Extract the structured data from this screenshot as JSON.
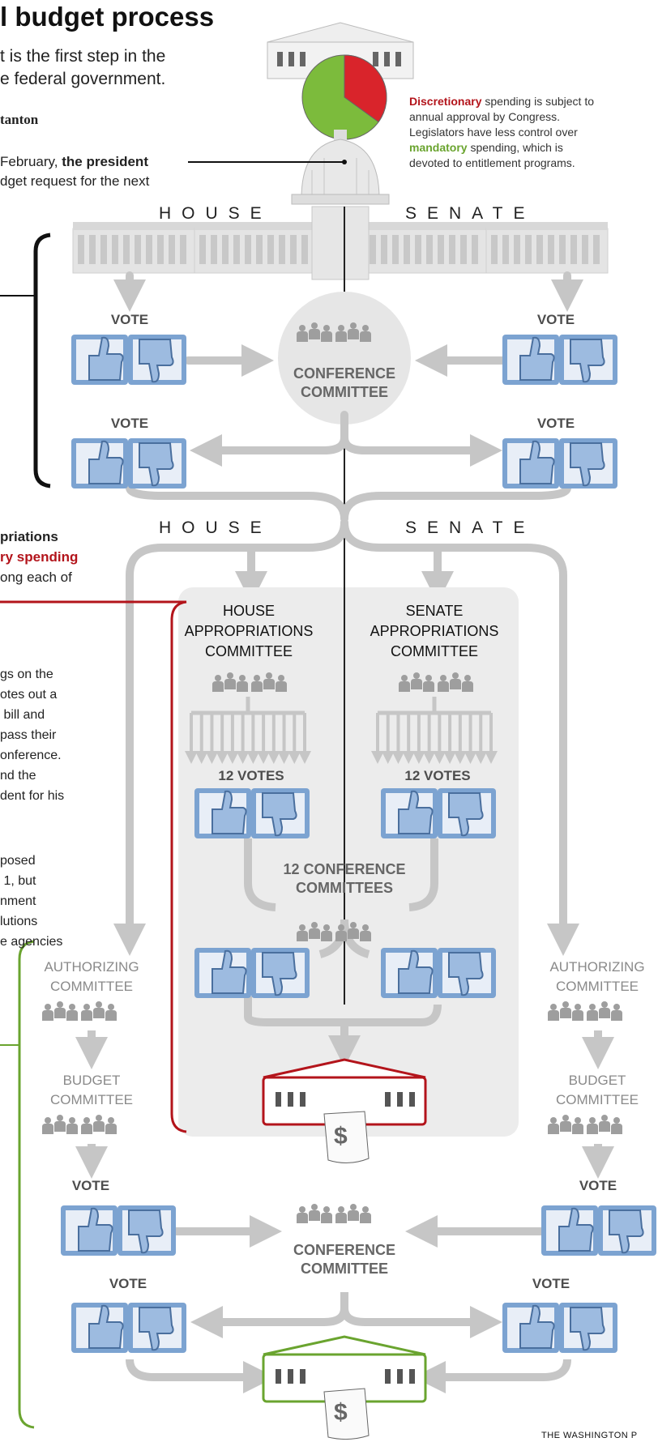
{
  "header": {
    "title": "l budget process",
    "intro_line1": "t is the first step in the",
    "intro_line2": "e federal government.",
    "byline": "tanton"
  },
  "president_text": {
    "line1_prefix": "February,",
    "line1_bold": "the president",
    "line2": "dget request for the next"
  },
  "discretionary_note": {
    "w1": "Discretionary",
    "t1": "spending is subject to",
    "t2": "annual approval by Congress.",
    "t3": "Legislators have less control over",
    "w2": "mandatory",
    "t4": "spending, which is",
    "t5": "devoted to entitlement programs."
  },
  "pie": {
    "discretionary_share": 0.35,
    "discretionary_color": "#d9242b",
    "mandatory_color": "#7cbb3c"
  },
  "chambers": {
    "house": "HOUSE",
    "senate": "SENATE"
  },
  "labels": {
    "vote": "VOTE",
    "twelve_votes": "12 VOTES",
    "conference_1": "CONFERENCE",
    "conference_2": "COMMITTEE",
    "twelve_conf_1": "12 CONFERENCE",
    "twelve_conf_2": "COMMITTEES",
    "house_approp": [
      "HOUSE",
      "APPROPRIATIONS",
      "COMMITTEE"
    ],
    "senate_approp": [
      "SENATE",
      "APPROPRIATIONS",
      "COMMITTEE"
    ],
    "authorizing": [
      "AUTHORIZING",
      "COMMITTEE"
    ],
    "budget": [
      "BUDGET",
      "COMMITTEE"
    ],
    "dollar": "$"
  },
  "appropriations_text": {
    "l1": "priations",
    "l2": "ry spending",
    "l3": "ong each of",
    "p2": [
      "gs on the",
      "otes out a",
      " bill and",
      "pass their",
      "onference.",
      "nd the",
      "dent for his"
    ],
    "p3": [
      "posed",
      " 1, but",
      "nment",
      "lutions",
      "e agencies"
    ]
  },
  "credit": "THE WASHINGTON P",
  "colors": {
    "blue": "#7ca3d1",
    "gray": "#c9c9c9",
    "red": "#b3141b",
    "green": "#6aa42f",
    "panel": "#ececec"
  }
}
